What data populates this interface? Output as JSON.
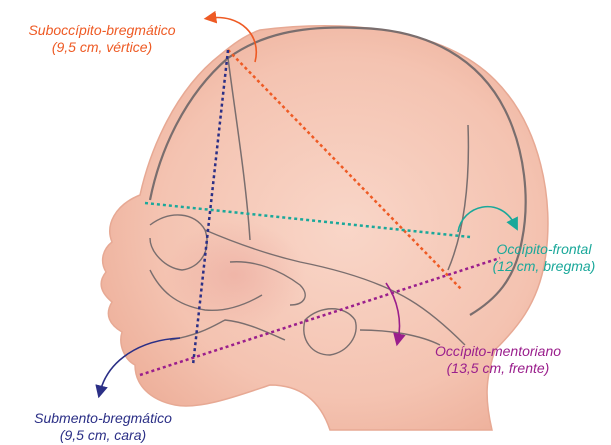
{
  "colors": {
    "background": "#ffffff",
    "skin": "#f6c9b8",
    "skin_shade": "#e9a996",
    "outline": "#7a6e6e",
    "suboccipito": "#ee5a24",
    "occipito_frontal": "#1aa89a",
    "occipito_mentoriano": "#9a1e8c",
    "submento": "#2b2f86"
  },
  "labels": {
    "suboccipito_bregmatico": {
      "name": "Suboccípito-bregmático",
      "detail": "(9,5 cm, vértice)"
    },
    "occipito_frontal": {
      "name": "Occípito-frontal",
      "detail": "(12 cm, bregma)"
    },
    "occipito_mentoriano": {
      "name": "Occípito-mentoriano",
      "detail": "(13,5 cm, frente)"
    },
    "submento_bregmatico": {
      "name": "Submento-bregmático",
      "detail": "(9,5 cm, cara)"
    }
  }
}
